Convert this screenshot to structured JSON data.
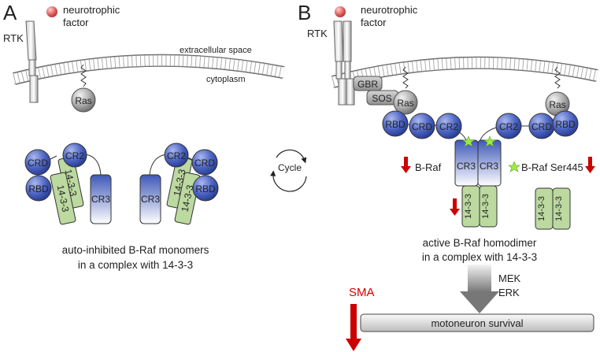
{
  "panel_a": {
    "letter": "A",
    "rtk_label": "RTK",
    "factor_label_1": "neurotrophic",
    "factor_label_2": "factor",
    "extracellular_label": "extracellular space",
    "cytoplasm_label": "cytoplasm",
    "ras_label": "Ras",
    "left_monomer": {
      "crd": "CRD",
      "rbd": "RBD",
      "cr2": "CR2",
      "cr3": "CR3",
      "p1433_a": "14-3-3",
      "p1433_b": "14-3-3"
    },
    "right_monomer": {
      "crd": "CRD",
      "rbd": "RBD",
      "cr2": "CR2",
      "cr3": "CR3",
      "p1433_a": "14-3-3",
      "p1433_b": "14-3-3"
    },
    "caption_1": "auto-inhibited B-Raf monomers",
    "caption_2": "in a complex with 14-3-3"
  },
  "cycle_label": "Cycle",
  "panel_b": {
    "letter": "B",
    "rtk_label": "RTK",
    "factor_label_1": "neurotrophic",
    "factor_label_2": "factor",
    "gbr_label": "GBR",
    "sos_label": "SOS",
    "ras_left": "Ras",
    "ras_right": "Ras",
    "left": {
      "rbd": "RBD",
      "crd": "CRD",
      "cr2": "CR2",
      "cr3": "CR3"
    },
    "right": {
      "rbd": "RBD",
      "crd": "CRD",
      "cr2": "CR2",
      "cr3": "CR3"
    },
    "braf_label": "B-Raf",
    "braf_ser_label": "B-Raf Ser445",
    "dimer_1433_a": "14-3-3",
    "dimer_1433_b": "14-3-3",
    "free_1433_a": "14-3-3",
    "free_1433_b": "14-3-3",
    "caption_1": "active B-Raf homodimer",
    "caption_2": "in a complex with 14-3-3",
    "mek_label": "MEK",
    "erk_label": "ERK",
    "sma_label": "SMA",
    "survival_label": "motoneuron survival"
  },
  "colors": {
    "domain_blue": "#4a64c0",
    "p1433_green": "#bcd9a0",
    "arrow_red": "#cc0000",
    "star_green": "#99ee44",
    "factor_red": "#e06060"
  }
}
